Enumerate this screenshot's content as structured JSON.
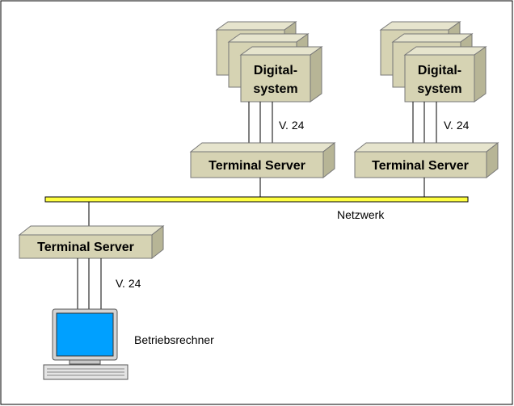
{
  "labels": {
    "digital_system": [
      "Digital-",
      "system"
    ],
    "terminal_server": "Terminal Server",
    "v24": "V. 24",
    "network": "Netzwerk",
    "operations_computer": "Betriebsrechner"
  },
  "colors": {
    "box_front": "#d6d3b3",
    "box_top": "#e6e4cd",
    "box_side": "#b7b596",
    "bus": "#ffff40",
    "screen": "#00a0ff"
  }
}
